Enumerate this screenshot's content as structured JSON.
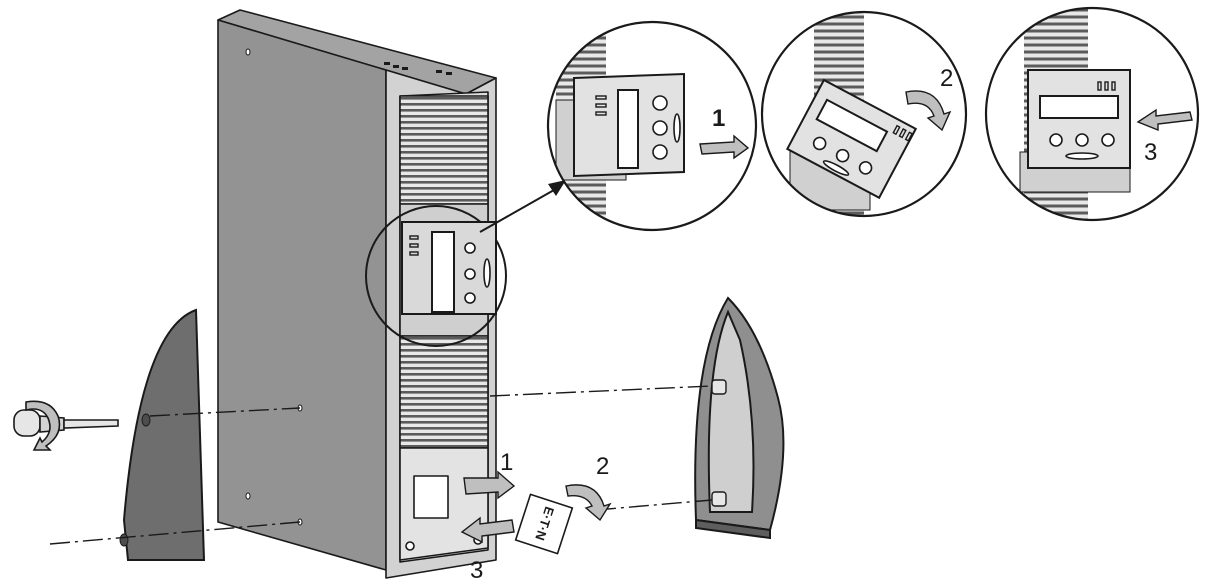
{
  "colors": {
    "body_gray": "#939393",
    "panel_light": "#d9d9d9",
    "panel_dark": "#6e6e6e",
    "grille": "#5b5b5b",
    "outline": "#1a1a1a",
    "arrow_fill": "#bfbfbf"
  },
  "labels": {
    "detail_step_1": "1",
    "detail_step_2": "2",
    "detail_step_3": "3",
    "panel_step_1": "1",
    "panel_step_2": "2",
    "panel_step_3": "3"
  },
  "logo": {
    "text": "E·T·N"
  }
}
